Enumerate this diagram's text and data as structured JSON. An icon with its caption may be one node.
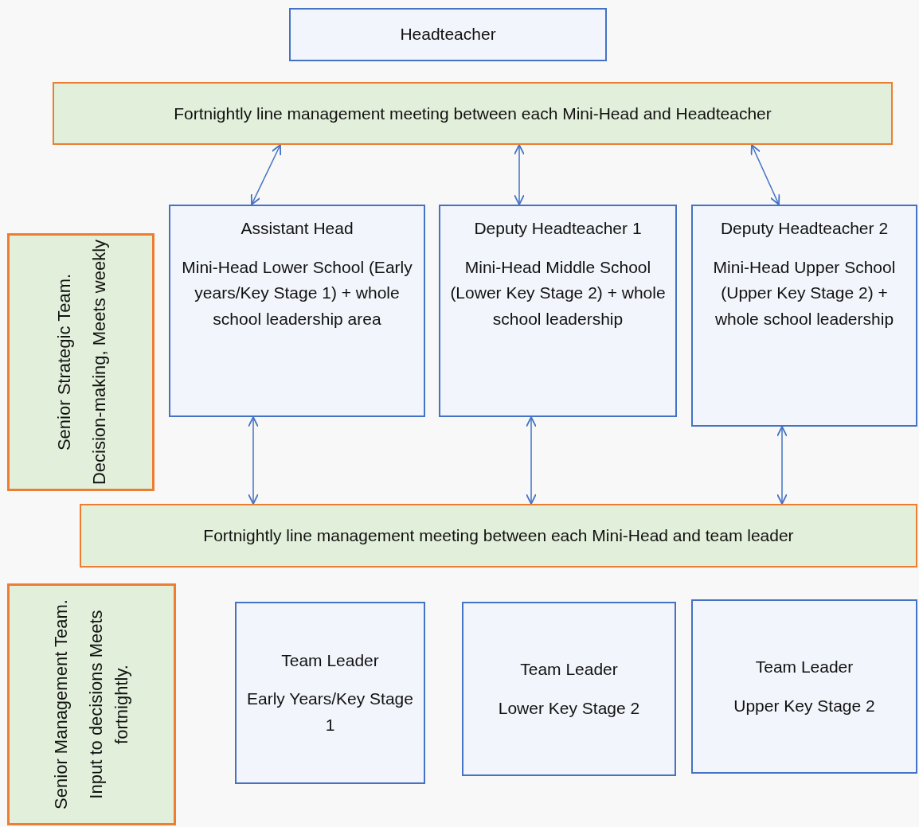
{
  "diagram": {
    "nodes": [
      {
        "text": [
          "Headteacher"
        ]
      },
      {
        "text": [
          "Fortnightly line management meeting between each Mini-Head and Headteacher"
        ]
      },
      {
        "text": [
          "Senior Strategic Team.",
          "Decision-making, Meets weekly"
        ]
      },
      {
        "text": [
          "Assistant Head",
          "Mini-Head Lower School (Early years/Key Stage 1) + whole school leadership area"
        ]
      },
      {
        "text": [
          "Deputy Headteacher 1",
          "Mini-Head Middle School (Lower Key Stage 2) + whole school leadership"
        ]
      },
      {
        "text": [
          "Deputy Headteacher 2",
          "Mini-Head Upper School (Upper Key Stage 2) + whole school leadership"
        ]
      },
      {
        "text": [
          "Fortnightly line management meeting between each Mini-Head and team leader"
        ]
      },
      {
        "text": [
          "Senior Management Team.",
          "Input to decisions Meets fortnightly."
        ]
      },
      {
        "text": [
          "Team Leader",
          "Early Years/Key Stage 1"
        ]
      },
      {
        "text": [
          "Team Leader",
          "Lower Key Stage 2"
        ]
      },
      {
        "text": [
          "Team Leader",
          "Upper Key Stage 2"
        ]
      }
    ],
    "edges": [
      {
        "from": 1,
        "to": 3,
        "arrow": "both"
      },
      {
        "from": 1,
        "to": 4,
        "arrow": "both"
      },
      {
        "from": 1,
        "to": 5,
        "arrow": "both"
      },
      {
        "from": 3,
        "to": 6,
        "arrow": "both"
      },
      {
        "from": 4,
        "to": 6,
        "arrow": "both"
      },
      {
        "from": 5,
        "to": 6,
        "arrow": "both"
      }
    ]
  }
}
